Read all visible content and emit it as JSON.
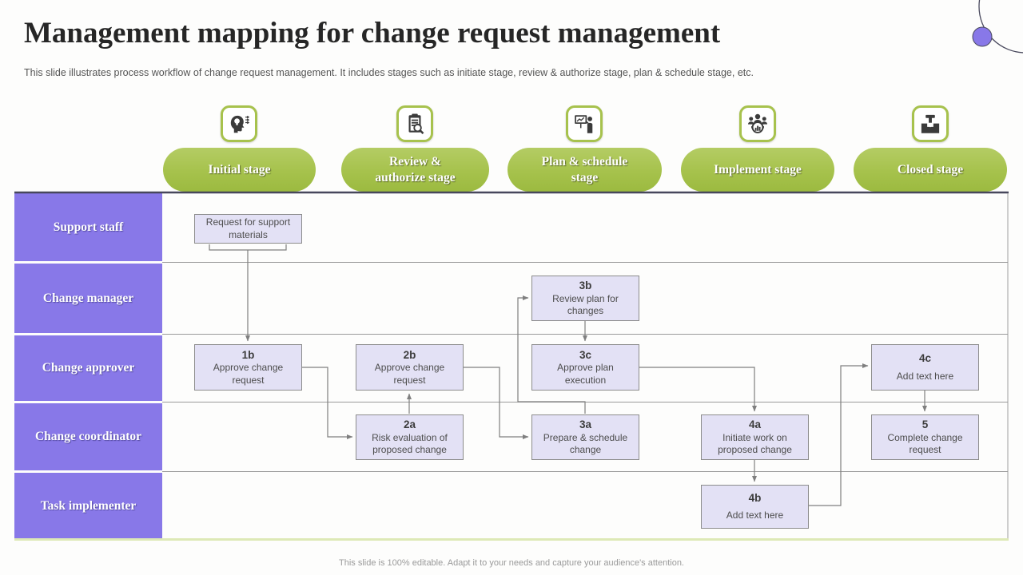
{
  "slide": {
    "title": "Management mapping for change request management",
    "subtitle": "This slide illustrates process workflow of change request management. It includes stages such as initiate stage, review & authorize stage, plan & schedule stage, etc.",
    "footer": "This slide is 100% editable.  Adapt it to your needs and capture your audience's attention."
  },
  "colors": {
    "accent_green": "#a7c24d",
    "accent_purple": "#8878e8",
    "node_fill": "#e3e1f5",
    "node_border": "#8c8c8c",
    "connector_gray": "#7f7f7f",
    "bottom_rule": "#dde9b6"
  },
  "stages": [
    {
      "label": "Initial stage",
      "icon": "idea-head-icon"
    },
    {
      "label": "Review & authorize stage",
      "icon": "review-clipboard-icon"
    },
    {
      "label": "Plan & schedule stage",
      "icon": "plan-presentation-icon"
    },
    {
      "label": "Implement stage",
      "icon": "implement-team-icon"
    },
    {
      "label": "Closed stage",
      "icon": "closed-box-icon"
    }
  ],
  "lanes": [
    {
      "label": "Support staff"
    },
    {
      "label": "Change manager"
    },
    {
      "label": "Change approver"
    },
    {
      "label": "Change coordinator"
    },
    {
      "label": "Task implementer"
    }
  ],
  "nodes": [
    {
      "id": "",
      "text": "Request for support materials"
    },
    {
      "id": "3b",
      "text": "Review plan for changes"
    },
    {
      "id": "1b",
      "text": "Approve change request"
    },
    {
      "id": "2b",
      "text": "Approve change request"
    },
    {
      "id": "3c",
      "text": "Approve plan execution"
    },
    {
      "id": "4c",
      "text": "Add text here"
    },
    {
      "id": "2a",
      "text": "Risk evaluation of proposed change"
    },
    {
      "id": "3a",
      "text": "Prepare & schedule change"
    },
    {
      "id": "4a",
      "text": "Initiate work on proposed change"
    },
    {
      "id": "5",
      "text": "Complete change request"
    },
    {
      "id": "4b",
      "text": "Add text here"
    }
  ],
  "edges": [
    {
      "from": "Request for support materials",
      "to": "1b"
    },
    {
      "from": "1b",
      "to": "2a"
    },
    {
      "from": "2a",
      "to": "2b"
    },
    {
      "from": "2b",
      "to": "3a"
    },
    {
      "from": "3a",
      "to": "3b"
    },
    {
      "from": "3b",
      "to": "3c"
    },
    {
      "from": "3c",
      "to": "4a"
    },
    {
      "from": "4a",
      "to": "4b"
    },
    {
      "from": "4b",
      "to": "4c"
    },
    {
      "from": "4c",
      "to": "5"
    }
  ]
}
